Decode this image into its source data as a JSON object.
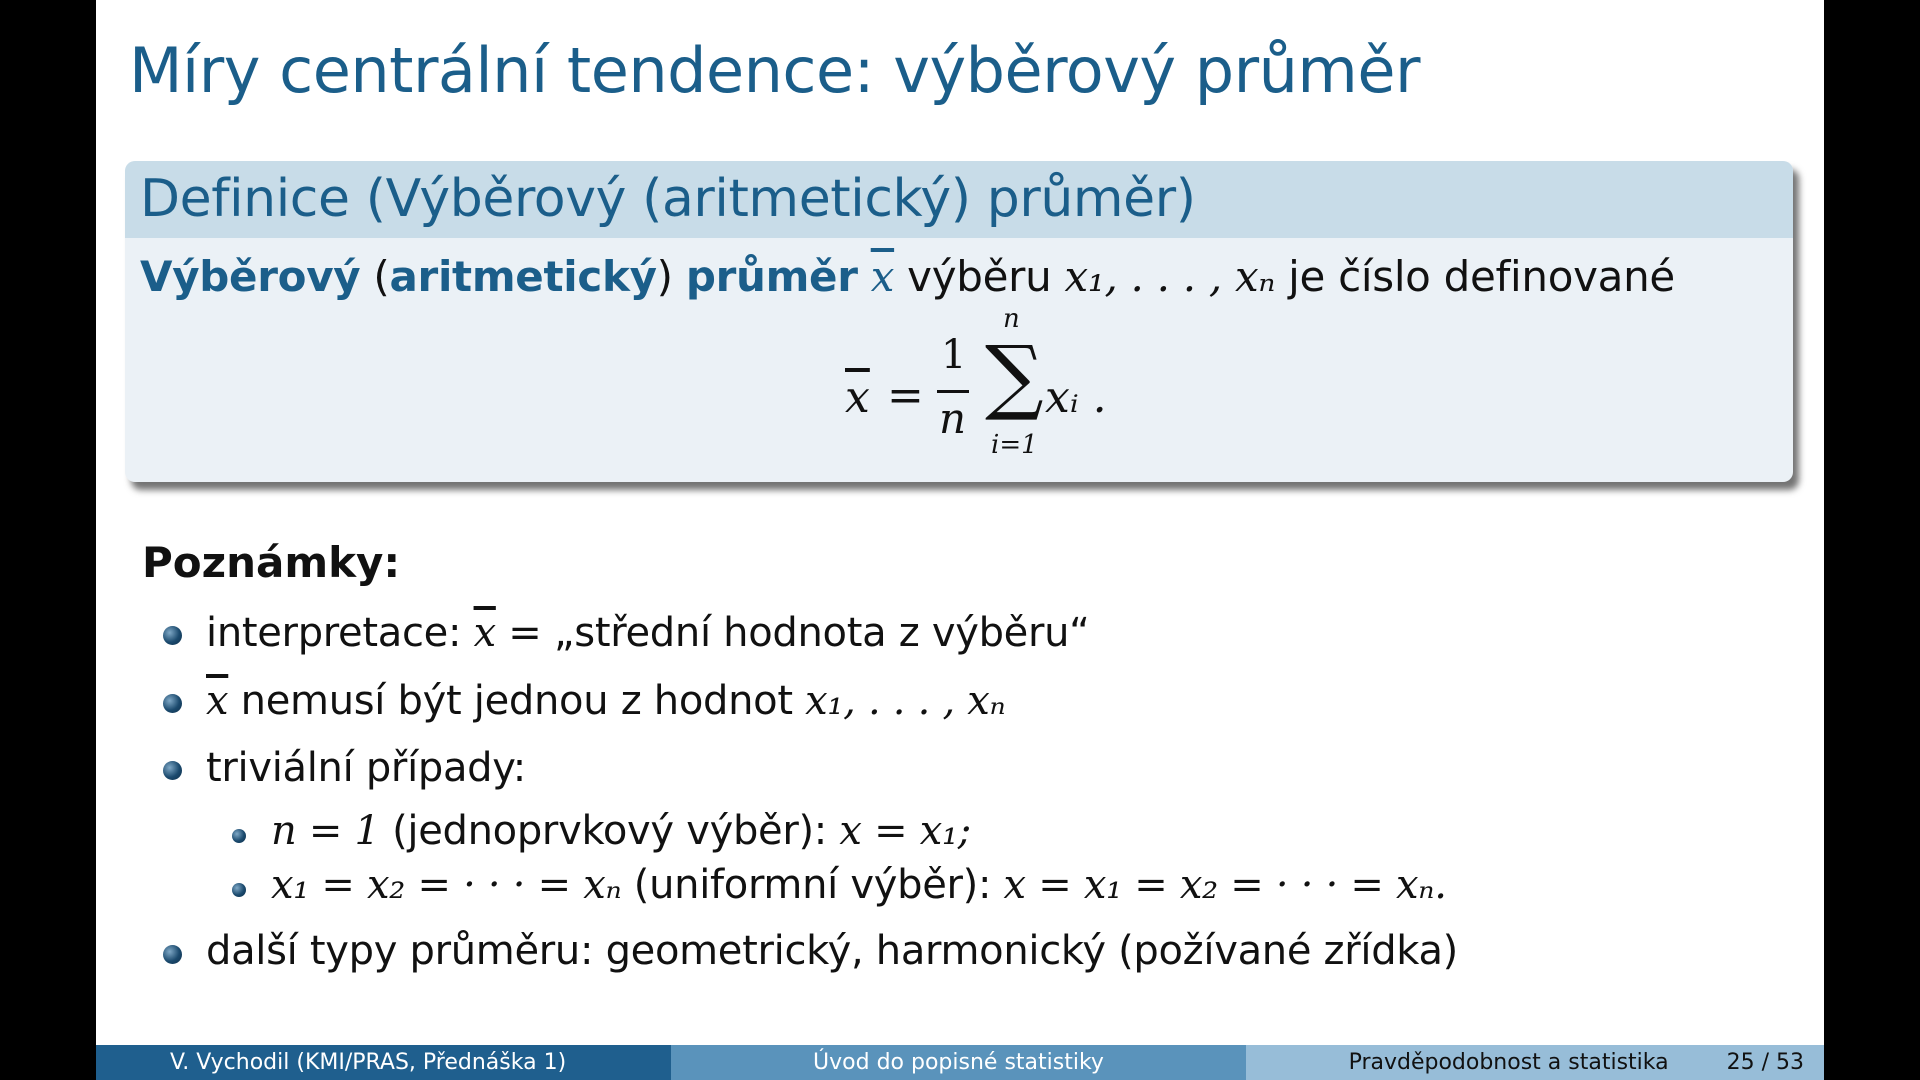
{
  "frame_title": "Míry centrální tendence: výběrový průměr",
  "definition": {
    "title": "Definice (Výběrový (aritmetický) průměr)",
    "bold1": "Výběrový",
    "paren_open": " (",
    "bold2": "aritmetický",
    "paren_close": ") ",
    "bold3": "průměr",
    "xbar": "x",
    "text1": " výběru ",
    "seq": "x₁, . . . , xₙ",
    "text2": " je číslo definované",
    "formula": {
      "lhs": "x",
      "eq": "=",
      "num": "1",
      "den": "n",
      "sum_upper": "n",
      "sum_symbol": "∑",
      "sum_lower": "i=1",
      "term": "xᵢ",
      "end": " ."
    }
  },
  "notes": {
    "heading": "Poznámky:",
    "items": [
      {
        "pre": "interpretace: ",
        "math": "x",
        "post": " = „střední hodnota z výběru“"
      },
      {
        "math": "x",
        "post": " nemusí být jednou z hodnot ",
        "math2": "x₁, . . . , xₙ"
      },
      {
        "pre": "triviální případy:"
      },
      {
        "sub": true,
        "math": "n = 1",
        "post": " (jednoprvkový výběr): ",
        "math2": "x = x₁;"
      },
      {
        "sub": true,
        "math": "x₁ = x₂ = · · · = xₙ",
        "post": " (uniformní výběr): ",
        "math2": "x = x₁ = x₂ = · · · = xₙ."
      },
      {
        "pre": "další typy průměru: geometrický, harmonický (požívané zřídka)"
      }
    ]
  },
  "footer": {
    "author": "V. Vychodil  (KMI/PRAS, Přednáška 1)",
    "section": "Úvod do popisné statistiky",
    "course": "Pravděpodobnost a statistika",
    "page": "25 / 53"
  },
  "colors": {
    "structure": "#1b5e8a",
    "block_title_bg": "#c8dce8",
    "block_body_bg": "#ebf1f6",
    "footer1": "#1f5f8e",
    "footer2": "#5a93bb",
    "footer3": "#97bdd8"
  }
}
